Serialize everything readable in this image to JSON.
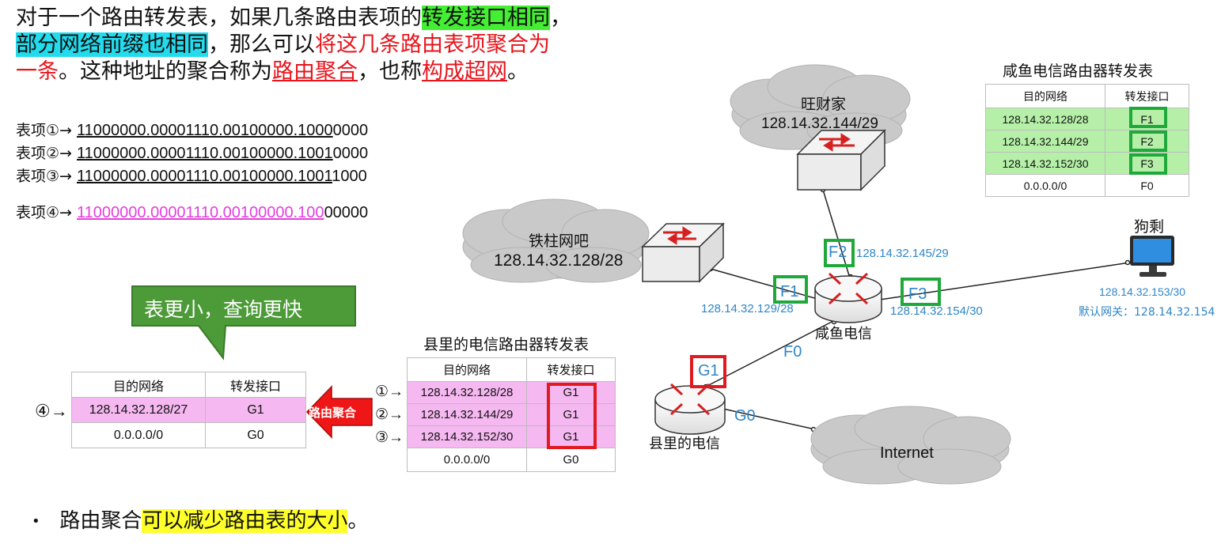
{
  "intro": {
    "l1_a": "对于一个路由转发表，如果几条路由表项的",
    "l1_hl": "转发接口相同",
    "l1_b": "，",
    "l2_hl": "部分网络前缀也相同",
    "l2_a": "，那么可以",
    "l2_red": "将这几条路由表项聚合为",
    "l3_red": "一条",
    "l3_a": "。这种地址的聚合称为",
    "l3_u1": "路由聚合",
    "l3_b": "，也称",
    "l3_u2": "构成超网",
    "l3_c": "。"
  },
  "entries": [
    {
      "label": "表项①→ ",
      "prefix": "1000000.00001110.00100000.1000",
      "rest": "0000"
    },
    {
      "label": "表项②→ ",
      "prefix": "1000000.00001110.00100000.1001",
      "rest": "0000"
    },
    {
      "label": "表项③→ ",
      "prefix": "1000000.00001110.00100000.1001",
      "rest": "1000"
    },
    {
      "label": "表项④→ ",
      "prefix": "1000000.00001110.00100000.100",
      "rest": "00000"
    }
  ],
  "entry_first_digit": "1",
  "callout": "表更小，查询更快",
  "agg_table": {
    "headers": [
      "目的网络",
      "转发接口"
    ],
    "rows": [
      [
        "128.14.32.128/27",
        "G1"
      ],
      [
        "0.0.0.0/0",
        "G0"
      ]
    ],
    "row_marker": "④"
  },
  "agg_arrow_label": "路由聚合",
  "county_table": {
    "title": "县里的电信路由器转发表",
    "headers": [
      "目的网络",
      "转发接口"
    ],
    "rows": [
      [
        "128.14.32.128/28",
        "G1"
      ],
      [
        "128.14.32.144/29",
        "G1"
      ],
      [
        "128.14.32.152/30",
        "G1"
      ],
      [
        "0.0.0.0/0",
        "G0"
      ]
    ],
    "markers": [
      "①",
      "②",
      "③"
    ]
  },
  "xianyu_table": {
    "title": "咸鱼电信路由器转发表",
    "headers": [
      "目的网络",
      "转发接口"
    ],
    "rows": [
      [
        "128.14.32.128/28",
        "F1"
      ],
      [
        "128.14.32.144/29",
        "F2"
      ],
      [
        "128.14.32.152/30",
        "F3"
      ],
      [
        "0.0.0.0/0",
        "F0"
      ]
    ]
  },
  "network": {
    "wangcaijia": {
      "name": "旺财家",
      "net": "128.14.32.144/29"
    },
    "tiezhu": {
      "name": "铁柱网吧",
      "net": "128.14.32.128/28"
    },
    "xianyu_router": "咸鱼电信",
    "county_router": "县里的电信",
    "internet": "Internet",
    "goushen": {
      "name": "狗剩",
      "ip": "128.14.32.153/30",
      "gw": "默认网关：128.14.32.154"
    },
    "if_F1": {
      "name": "F1",
      "ip": "128.14.32.129/28"
    },
    "if_F2": {
      "name": "F2",
      "ip": "128.14.32.145/29"
    },
    "if_F3": {
      "name": "F3",
      "ip": "128.14.32.154/30"
    },
    "if_F0": "F0",
    "if_G1": "G1",
    "if_G0": "G0"
  },
  "bullet": {
    "a": "路由聚合",
    "hl": "可以减少路由表的大小",
    "b": "。"
  },
  "colors": {
    "highlight_green": "#44ee33",
    "highlight_cyan": "#22dcee",
    "red": "#e8141b",
    "pink": "#e43ee0",
    "table_pink": "#f5b8f0",
    "table_green": "#b6f0a8",
    "box_green": "#1ea93a",
    "box_red": "#e01a1f",
    "iface_blue": "#2f86c8",
    "callout_green": "#4c9a38",
    "highlight_yellow": "#ffff2a"
  }
}
